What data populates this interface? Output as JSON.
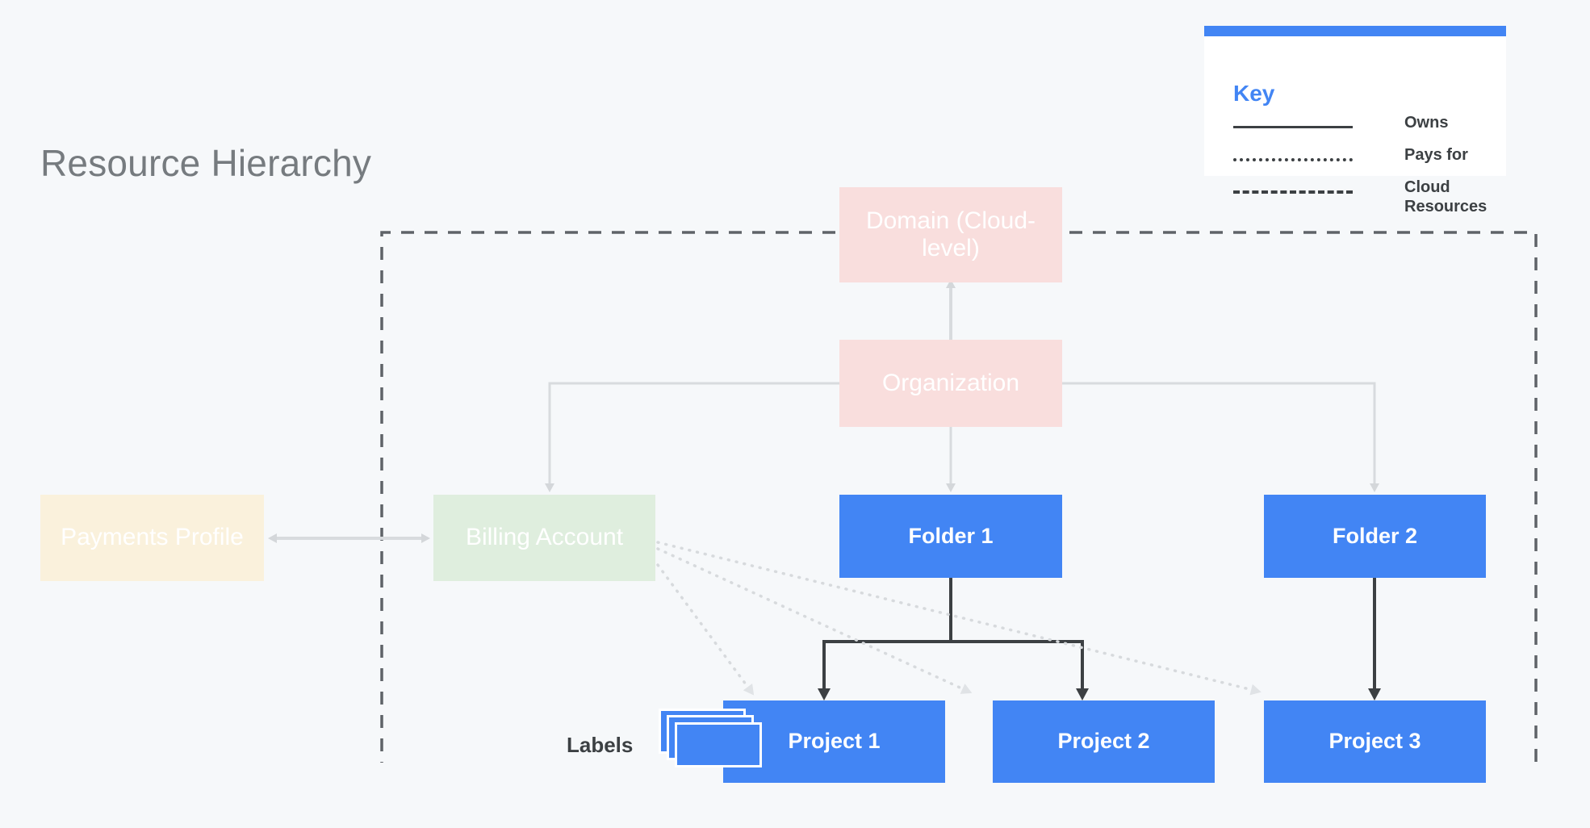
{
  "page": {
    "title": "Resource Hierarchy",
    "background": "#f6f8fa"
  },
  "colors": {
    "blue": "#4285f4",
    "pink": "#f9dedd",
    "green": "#dfeede",
    "cream": "#faf1dc",
    "owns_line": "#3c4043",
    "pays_for_line": "#d0d3d6",
    "cloud_boundary": "#5f6368",
    "title_text": "#767b7f"
  },
  "key": {
    "title": "Key",
    "rows": [
      {
        "style": "solid",
        "label": "Owns"
      },
      {
        "style": "dotted",
        "label": "Pays for"
      },
      {
        "style": "dashed",
        "label": "Cloud Resources"
      }
    ]
  },
  "nodes": {
    "domain": {
      "label": "Domain (Cloud-level)",
      "type": "pink"
    },
    "organization": {
      "label": "Organization",
      "type": "pink"
    },
    "payments": {
      "label": "Payments Profile",
      "type": "cream"
    },
    "billing": {
      "label": "Billing Account",
      "type": "green"
    },
    "folder1": {
      "label": "Folder 1",
      "type": "blue"
    },
    "folder2": {
      "label": "Folder 2",
      "type": "blue"
    },
    "project1": {
      "label": "Project 1",
      "type": "blue"
    },
    "project2": {
      "label": "Project 2",
      "type": "blue"
    },
    "project3": {
      "label": "Project 3",
      "type": "blue"
    }
  },
  "labels_marker": {
    "label": "Labels"
  },
  "edges": [
    {
      "from": "domain",
      "to": "organization",
      "relation": "Owns",
      "style": "bidirectional-gray"
    },
    {
      "from": "organization",
      "to": "billing",
      "relation": "Owns",
      "style": "gray"
    },
    {
      "from": "organization",
      "to": "folder1",
      "relation": "Owns",
      "style": "gray"
    },
    {
      "from": "organization",
      "to": "folder2",
      "relation": "Owns",
      "style": "gray"
    },
    {
      "from": "payments",
      "to": "billing",
      "relation": "Owns",
      "style": "bidirectional-gray"
    },
    {
      "from": "folder1",
      "to": "project1",
      "relation": "Owns",
      "style": "dark"
    },
    {
      "from": "folder1",
      "to": "project2",
      "relation": "Owns",
      "style": "dark"
    },
    {
      "from": "folder2",
      "to": "project3",
      "relation": "Owns",
      "style": "dark"
    },
    {
      "from": "billing",
      "to": "project1",
      "relation": "Pays for",
      "style": "dotted"
    },
    {
      "from": "billing",
      "to": "project2",
      "relation": "Pays for",
      "style": "dotted"
    },
    {
      "from": "billing",
      "to": "project3",
      "relation": "Pays for",
      "style": "dotted"
    }
  ],
  "cloud_boundary": {
    "relation": "Cloud Resources",
    "contains": [
      "domain",
      "billing",
      "folder1",
      "folder2",
      "project1",
      "project2",
      "project3"
    ]
  }
}
